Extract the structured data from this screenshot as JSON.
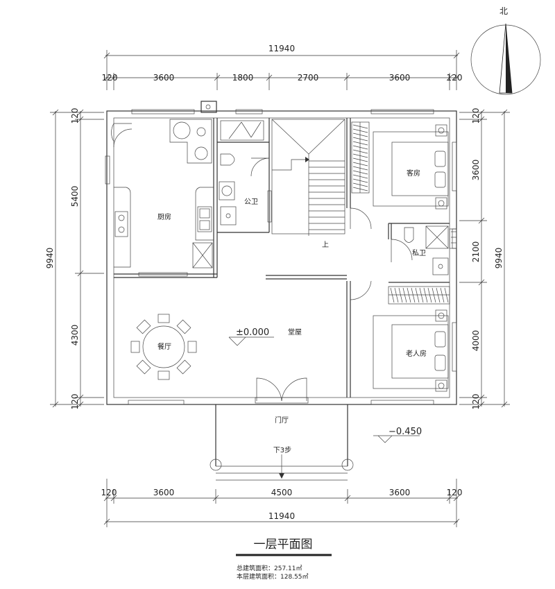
{
  "plan": {
    "title": "一层平面图",
    "north": "北",
    "dims_top": {
      "total": "11940",
      "segments": [
        "120",
        "3600",
        "1800",
        "2700",
        "3600",
        "120"
      ]
    },
    "dims_bottom": {
      "total": "11940",
      "segments": [
        "120",
        "3600",
        "4500",
        "3600",
        "120"
      ]
    },
    "dims_left": {
      "total": "9940",
      "segments": [
        "120",
        "5400",
        "4300",
        "120"
      ]
    },
    "dims_right": {
      "total": "9940",
      "segments": [
        "120",
        "3600",
        "2100",
        "4000",
        "120"
      ]
    },
    "rooms": {
      "kitchen": "厨房",
      "public_bath": "公卫",
      "stairs_up": "上",
      "guest_room": "客房",
      "private_bath": "私卫",
      "dining": "餐厅",
      "hall": "堂屋",
      "elderly_room": "老人房",
      "foyer": "门厅"
    },
    "levels": {
      "floor": "±0.000",
      "outside": "−0.450",
      "steps": "下3步"
    },
    "stats": {
      "total_area": "总建筑面积：257.11㎡",
      "floor_area": "本层建筑面积：128.55㎡"
    }
  }
}
